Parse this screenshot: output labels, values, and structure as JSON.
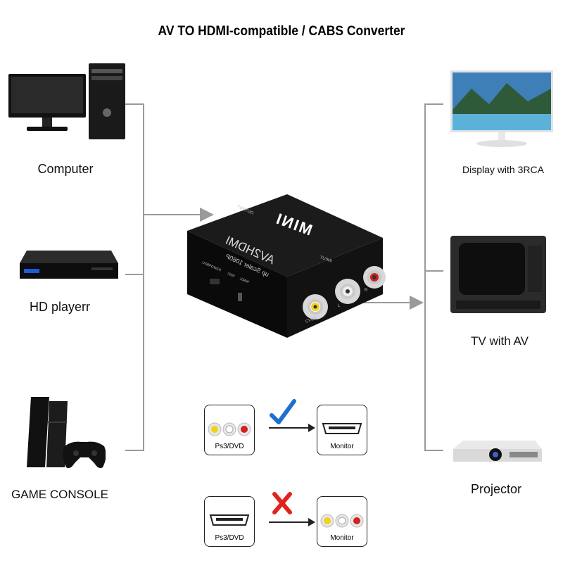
{
  "title": "AV TO HDMI-compatible / CABS Converter",
  "left_devices": [
    {
      "label": "Computer",
      "icon": "computer-icon"
    },
    {
      "label": "HD playerr",
      "icon": "bluray-player-icon"
    },
    {
      "label": "GAME CONSOLE",
      "icon": "game-console-icon"
    }
  ],
  "right_devices": [
    {
      "label": "Display with 3RCA",
      "icon": "monitor-icon"
    },
    {
      "label": "TV with AV",
      "icon": "crt-tv-icon"
    },
    {
      "label": "Projector",
      "icon": "projector-icon"
    }
  ],
  "converter": {
    "brand": "MINI",
    "model": "AV2HDMI",
    "subtitle": "up Scaler 1080P",
    "output_label": "OUTPUT",
    "input_label": "INPUT",
    "usb_label": "USBPOWER",
    "res_720": "720P",
    "res_1080": "1080P",
    "cvbs_label": "CVBS",
    "l_label": "L",
    "r_label": "R"
  },
  "usage": {
    "correct": {
      "source": "Ps3/DVD",
      "target": "Monitor",
      "mark": "check-icon"
    },
    "wrong": {
      "source": "Ps3/DVD",
      "target": "Monitor",
      "mark": "x-icon"
    }
  },
  "colors": {
    "rca_yellow": "#f2d21b",
    "rca_white": "#e6e6e6",
    "rca_red": "#d32020",
    "check_blue": "#1f6fd1",
    "x_red": "#e0241b"
  }
}
